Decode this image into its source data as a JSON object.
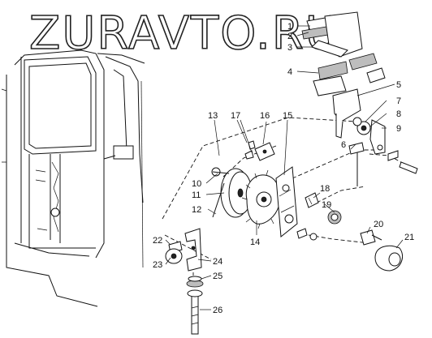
{
  "watermark": {
    "text": "ZURAVTO.RU"
  },
  "callouts": [
    {
      "id": "1",
      "label": "1"
    },
    {
      "id": "2",
      "label": "2"
    },
    {
      "id": "3",
      "label": "3"
    },
    {
      "id": "4",
      "label": "4"
    },
    {
      "id": "5",
      "label": "5"
    },
    {
      "id": "6",
      "label": "6"
    },
    {
      "id": "7",
      "label": "7"
    },
    {
      "id": "8",
      "label": "8"
    },
    {
      "id": "9",
      "label": "9"
    },
    {
      "id": "10",
      "label": "10"
    },
    {
      "id": "11",
      "label": "11"
    },
    {
      "id": "12",
      "label": "12"
    },
    {
      "id": "13",
      "label": "13"
    },
    {
      "id": "14",
      "label": "14"
    },
    {
      "id": "15",
      "label": "15"
    },
    {
      "id": "16",
      "label": "16"
    },
    {
      "id": "17",
      "label": "17"
    },
    {
      "id": "18",
      "label": "18"
    },
    {
      "id": "19",
      "label": "19"
    },
    {
      "id": "20",
      "label": "20"
    },
    {
      "id": "21",
      "label": "21"
    },
    {
      "id": "22",
      "label": "22"
    },
    {
      "id": "23",
      "label": "23"
    },
    {
      "id": "24",
      "label": "24"
    },
    {
      "id": "25",
      "label": "25"
    },
    {
      "id": "26",
      "label": "26"
    }
  ]
}
